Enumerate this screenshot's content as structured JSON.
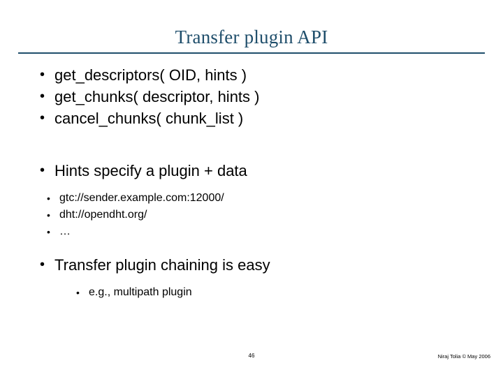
{
  "slide": {
    "title": "Transfer plugin API",
    "bullet_glyph": "•",
    "api_items": [
      "get_descriptors( OID, hints )",
      "get_chunks( descriptor, hints )",
      "cancel_chunks( chunk_list )"
    ],
    "hints_heading": "Hints specify a plugin + data",
    "hints_examples": [
      "gtc://sender.example.com:12000/",
      "dht://opendht.org/",
      "…"
    ],
    "chaining_heading": "Transfer plugin chaining is easy",
    "chaining_examples": [
      "e.g., multipath plugin"
    ],
    "footer": {
      "page_number": "46",
      "credit": "Niraj Tolia © May 2006"
    }
  }
}
